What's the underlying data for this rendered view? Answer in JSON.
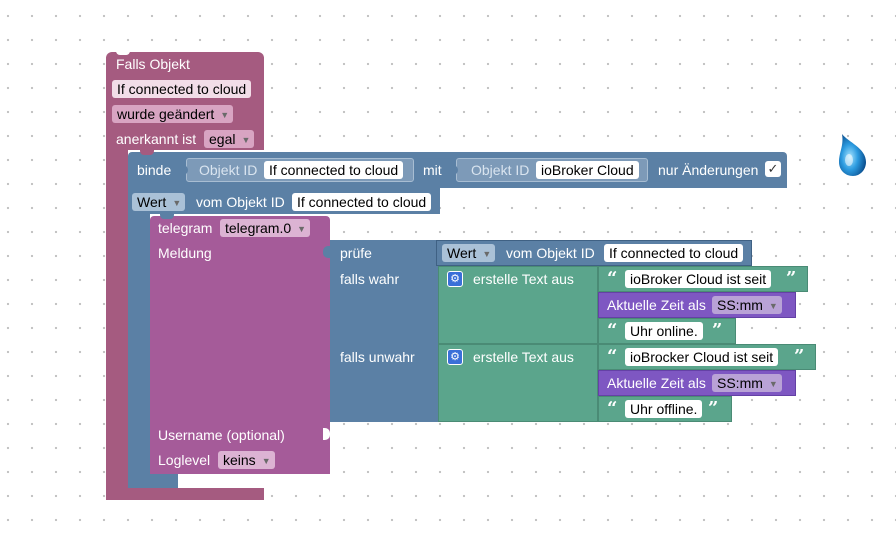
{
  "trigger": {
    "title": "Falls Objekt",
    "object": "If connected to cloud",
    "event": "wurde geändert",
    "ack_label": "anerkannt ist",
    "ack_value": "egal"
  },
  "bind": {
    "label": "binde",
    "obj_label_1": "Objekt ID",
    "obj_value_1": "If connected to cloud",
    "mit": "mit",
    "obj_label_2": "Objekt ID",
    "obj_value_2": "ioBroker Cloud",
    "only_changes": "nur Änderungen",
    "checkbox": "✓"
  },
  "value_row": {
    "attr": "Wert",
    "vom": "vom Objekt ID",
    "object": "If connected to cloud"
  },
  "telegram": {
    "label": "telegram",
    "instance": "telegram.0",
    "message": "Meldung",
    "username": "Username (optional)",
    "loglevel_label": "Loglevel",
    "loglevel": "keins"
  },
  "ternary": {
    "check": "prüfe",
    "if_true": "falls wahr",
    "if_false": "falls unwahr",
    "cond_attr": "Wert",
    "cond_vom": "vom Objekt ID",
    "cond_object": "If connected to cloud"
  },
  "text_true": {
    "create": "erstelle Text aus",
    "str1": "ioBroker Cloud ist seit",
    "time_label": "Aktuelle Zeit als",
    "time_format": "SS:mm",
    "str2": "Uhr online."
  },
  "text_false": {
    "create": "erstelle Text aus",
    "str1": "ioBrocker Cloud ist seit",
    "time_label": "Aktuelle Zeit als",
    "time_format": "SS:mm",
    "str2": "Uhr offline."
  },
  "quote_open": "“",
  "quote_close": "”",
  "gear_glyph": "⚙",
  "dropdown_arrow": "▼",
  "colors": {
    "event": "#a55b80",
    "objects": "#5b80a5",
    "telegram": "#a55b99",
    "text": "#5ba58c",
    "time": "#7e57c2"
  },
  "icons": {
    "trash": "trash-droplet-icon"
  }
}
